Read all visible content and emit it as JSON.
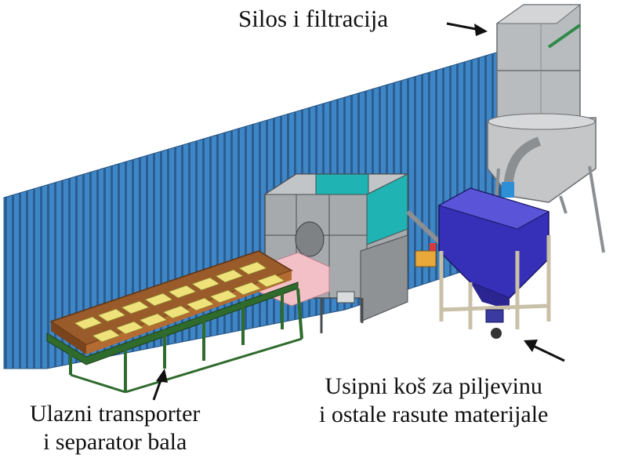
{
  "labels": {
    "silos": "Silos i filtracija",
    "hopper_line1": "Usipni koš za piljevinu",
    "hopper_line2": "i ostale rasute materijale",
    "conveyor_line1": "Ulazni transporter",
    "conveyor_line2": "i separator bala"
  },
  "colors": {
    "wall_blue": "#3f86c6",
    "wall_dark": "#2a5e93",
    "frame_green": "#2f6b2c",
    "conveyor_brown": "#9a5b2a",
    "bale_yellow": "#efe27a",
    "silo_gray": "#b9bcbf",
    "hopper_blue": "#3630b8",
    "cyan_panel": "#1fb3b3",
    "pink_plate": "#f3c0c8"
  }
}
